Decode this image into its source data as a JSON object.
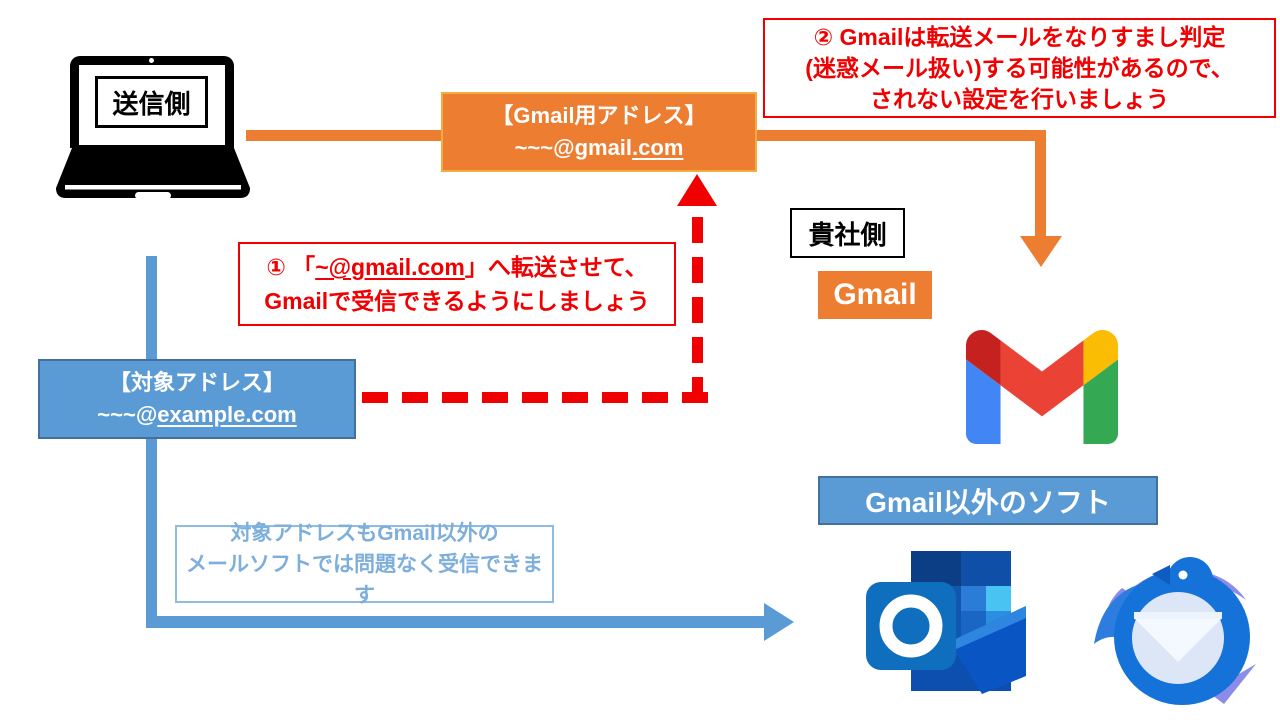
{
  "colors": {
    "orange": "#ED7D31",
    "blue": "#5B9BD5",
    "blue_border": "#41719C",
    "light_blue_text": "#7EAEDB",
    "red": "#F00000",
    "black": "#000000"
  },
  "sender": {
    "label": "送信側"
  },
  "gmail_address_box": {
    "title": "【Gmail用アドレス】",
    "address_pre": "~~~@gmail",
    "address_underline": ".com"
  },
  "spoof_note": {
    "line1": "② Gmailは転送メールをなりすまし判定",
    "line2": "(迷惑メール扱い)する可能性があるので、",
    "line3": "されない設定を行いましょう"
  },
  "forward_note": {
    "prefix": "① 「",
    "address_underline": "~@gmail.com",
    "suffix": "」へ転送させて、",
    "line2": "Gmailで受信できるようにしましょう"
  },
  "company": {
    "label": "貴社側"
  },
  "gmail_badge": {
    "label": "Gmail"
  },
  "target_address_box": {
    "title": "【対象アドレス】",
    "address_pre": "~~~@",
    "address_underline": "example.com"
  },
  "other_software_badge": {
    "label": "Gmail以外のソフト"
  },
  "receive_note": {
    "line1": "対象アドレスもGmail以外の",
    "line2": "メールソフトでは問題なく受信できます"
  },
  "icons": {
    "laptop": "laptop-icon",
    "gmail_logo": "gmail-logo-icon",
    "outlook_logo": "outlook-logo-icon",
    "thunderbird_logo": "thunderbird-logo-icon"
  }
}
